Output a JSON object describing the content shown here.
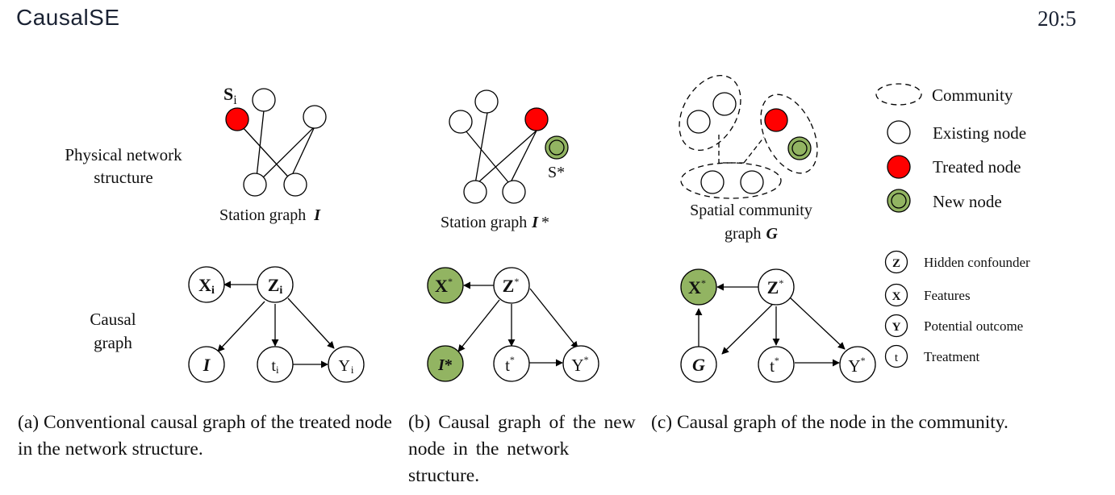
{
  "header": {
    "running_title": "CausalSE",
    "page_number": "20:5"
  },
  "colors": {
    "treated_node": "#ff0000",
    "new_node": "#92b462",
    "existing_node": "#ffffff",
    "stroke": "#000000"
  },
  "row_labels": {
    "physical": [
      "Physical network",
      "structure"
    ],
    "causal": [
      "Causal",
      "graph"
    ]
  },
  "panel_a": {
    "network_label": "Station graph",
    "network_symbol": "I",
    "treated_label": "S",
    "treated_sub": "i",
    "causal_nodes": {
      "x": {
        "main": "X",
        "sub": "i"
      },
      "z": {
        "main": "Z",
        "sub": "i"
      },
      "i": {
        "main": "I",
        "sub": ""
      },
      "t": {
        "main": "t",
        "sub": "i"
      },
      "y": {
        "main": "Y",
        "sub": "i"
      }
    }
  },
  "panel_b": {
    "network_label": "Station graph",
    "network_symbol": "I",
    "network_suffix": "*",
    "new_node_label": "S*",
    "causal_nodes": {
      "x": {
        "main": "X",
        "sup": "*"
      },
      "z": {
        "main": "Z",
        "sup": "*"
      },
      "i": {
        "main": "I",
        "sup": "*"
      },
      "t": {
        "main": "t",
        "sup": "*"
      },
      "y": {
        "main": "Y",
        "sup": "*"
      }
    }
  },
  "panel_c": {
    "network_label_line1": "Spatial community",
    "network_label_line2": "graph",
    "network_symbol": "G",
    "causal_nodes": {
      "x": {
        "main": "X",
        "sup": "*"
      },
      "z": {
        "main": "Z",
        "sup": "*"
      },
      "g": {
        "main": "G",
        "sup": ""
      },
      "t": {
        "main": "t",
        "sup": "*"
      },
      "y": {
        "main": "Y",
        "sup": "*"
      }
    }
  },
  "legend_nodes": [
    {
      "icon": "dashed-ellipse",
      "label": "Community"
    },
    {
      "icon": "white-circle",
      "label": "Existing node"
    },
    {
      "icon": "red-circle",
      "label": "Treated node"
    },
    {
      "icon": "green-double-circle",
      "label": "New node"
    }
  ],
  "legend_variables": [
    {
      "symbol": "Z",
      "label": "Hidden confounder"
    },
    {
      "symbol": "X",
      "label": "Features"
    },
    {
      "symbol": "Y",
      "label": "Potential outcome"
    },
    {
      "symbol": "t",
      "label": "Treatment"
    }
  ],
  "captions": {
    "a": "(a)  Conventional causal graph of the treated node in the network structure.",
    "b": "(b) Causal graph of the new node in the network structure.",
    "c": "(c) Causal graph of the node in the community."
  }
}
